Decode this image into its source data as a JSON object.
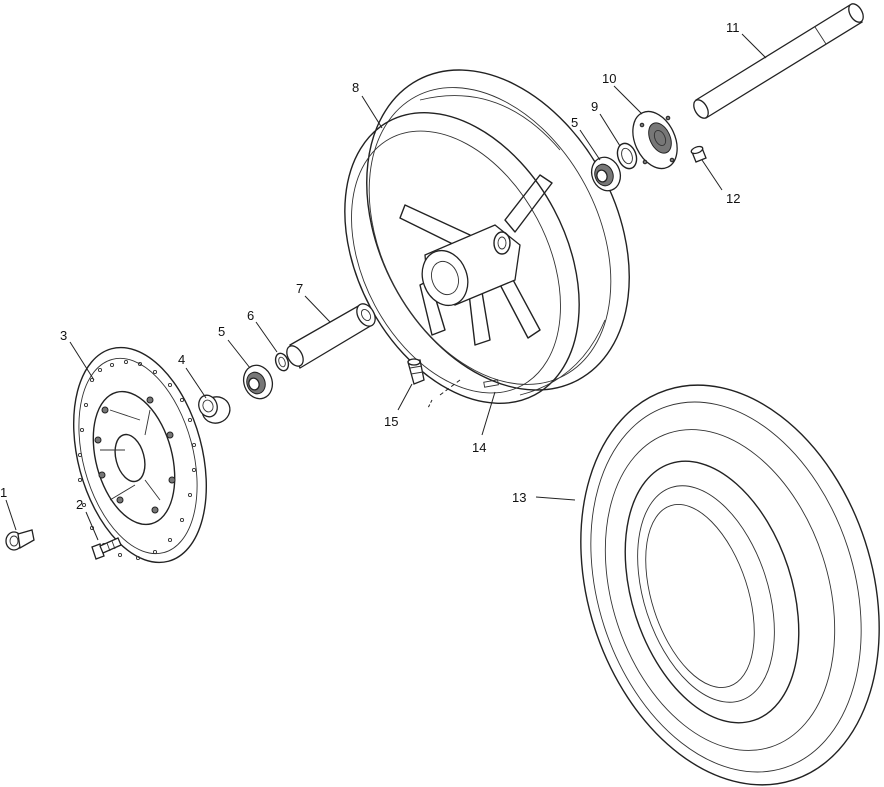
{
  "callouts": [
    {
      "id": "c1",
      "label": "1"
    },
    {
      "id": "c2",
      "label": "2"
    },
    {
      "id": "c3",
      "label": "3"
    },
    {
      "id": "c4",
      "label": "4"
    },
    {
      "id": "c5a",
      "label": "5"
    },
    {
      "id": "c6",
      "label": "6"
    },
    {
      "id": "c7",
      "label": "7"
    },
    {
      "id": "c8",
      "label": "8"
    },
    {
      "id": "c5b",
      "label": "5"
    },
    {
      "id": "c9",
      "label": "9"
    },
    {
      "id": "c10",
      "label": "10"
    },
    {
      "id": "c11",
      "label": "11"
    },
    {
      "id": "c12",
      "label": "12"
    },
    {
      "id": "c13",
      "label": "13"
    },
    {
      "id": "c14",
      "label": "14"
    },
    {
      "id": "c15",
      "label": "15"
    }
  ]
}
